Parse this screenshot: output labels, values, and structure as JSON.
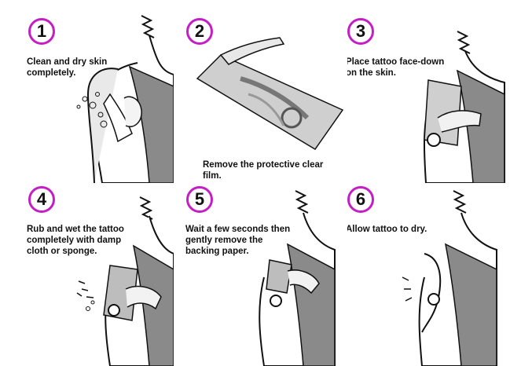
{
  "accent_color": "#c41fc4",
  "steps": [
    {
      "number": "1",
      "text": "Clean and dry skin\ncompletely."
    },
    {
      "number": "2",
      "text": "Remove the protective clear film."
    },
    {
      "number": "3",
      "text": "Place tattoo face-down\non the skin."
    },
    {
      "number": "4",
      "text": "Rub and wet the tattoo\ncompletely with damp\ncloth or sponge."
    },
    {
      "number": "5",
      "text": "Wait a few seconds then\ngently remove the\nbacking paper."
    },
    {
      "number": "6",
      "text": "Allow tattoo to dry."
    }
  ]
}
